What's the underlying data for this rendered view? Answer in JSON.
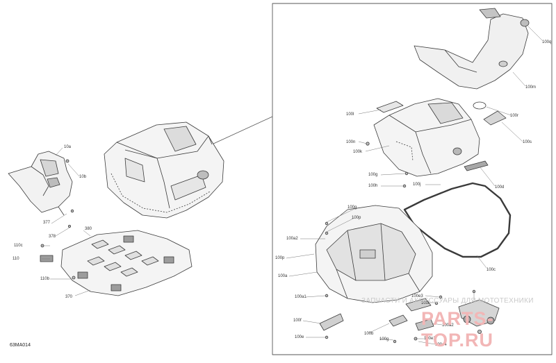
{
  "drawing_code": "63MA014",
  "watermark": {
    "line1": "ЗАПЧАСТИ И АКСЕССУАРЫ ДЛЯ МОТОТЕХНИКИ",
    "line2": "PARTS-TOP.RU"
  },
  "callouts": {
    "c10a": "10a",
    "c10b": "10b",
    "c377": "377",
    "c378": "378",
    "c380": "380",
    "c110c": "110c",
    "c110": "110",
    "c110b": "110b",
    "c370": "370",
    "c100q": "100q",
    "c100m": "100m",
    "c100r": "100r",
    "c100l": "100l",
    "c100n": "100n",
    "c100k": "100k",
    "c100s": "100s",
    "c100g_top": "100g",
    "c100h": "100h",
    "c100j": "100j",
    "c100d": "100d",
    "c100g_mid": "100g",
    "c100p": "100p",
    "c100a2": "100a2",
    "c100p_left": "100p",
    "c100a": "100a",
    "c100c": "100c",
    "c100a1": "100a1",
    "c100f": "100f",
    "c100e": "100e",
    "c100b": "100b",
    "c100g_bot": "100g",
    "c100e3": "100e3",
    "c100i": "100i",
    "c100a2_bot": "100a2",
    "c100e1": "100e1",
    "c100e4": "100e4"
  }
}
